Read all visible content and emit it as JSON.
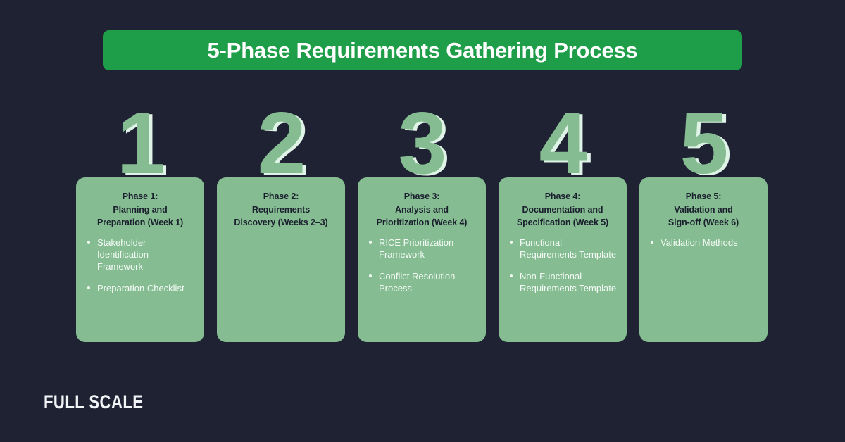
{
  "colors": {
    "background": "#1e2233",
    "banner_green": "#1e9e48",
    "card_green": "#86bc92",
    "numeral_highlight": "#dff3e7",
    "header_text": "#1a1f2e",
    "bullet_text": "#f4fbf6",
    "logo_text": "#f2f4f8"
  },
  "header": {
    "title": "5-Phase Requirements Gathering Process"
  },
  "phases": [
    {
      "numeral": "1",
      "header_lines": [
        "Phase 1:",
        "Planning and",
        "Preparation (Week 1)"
      ],
      "bullets": [
        "Stakeholder Identification Framework",
        "Preparation Checklist"
      ]
    },
    {
      "numeral": "2",
      "header_lines": [
        "Phase 2:",
        "Requirements",
        "Discovery (Weeks 2–3)"
      ],
      "bullets": []
    },
    {
      "numeral": "3",
      "header_lines": [
        "Phase 3:",
        "Analysis and",
        "Prioritization (Week 4)"
      ],
      "bullets": [
        "RICE Prioritization Framework",
        "Conflict Resolution Process"
      ]
    },
    {
      "numeral": "4",
      "header_lines": [
        "Phase 4:",
        "Documentation and",
        "Specification (Week 5)"
      ],
      "bullets": [
        "Functional Requirements Template",
        "Non-Functional Requirements Template"
      ]
    },
    {
      "numeral": "5",
      "header_lines": [
        "Phase 5:",
        "Validation and",
        "Sign-off (Week 6)"
      ],
      "bullets": [
        "Validation Methods"
      ]
    }
  ],
  "footer": {
    "logo": "FULL SCALE"
  }
}
